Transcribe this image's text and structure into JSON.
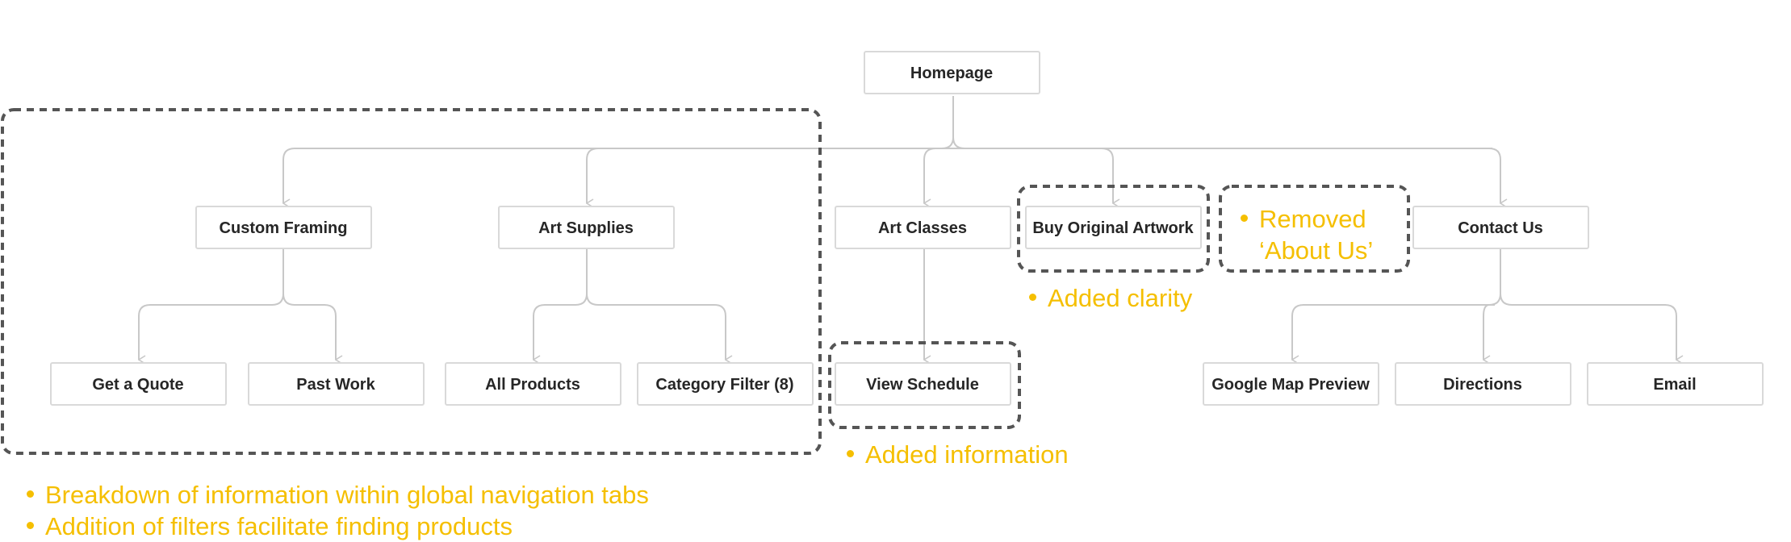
{
  "nodes": {
    "homepage": "Homepage",
    "custom_framing": "Custom Framing",
    "art_supplies": "Art Supplies",
    "art_classes": "Art Classes",
    "buy_original_artwork": "Buy Original Artwork",
    "contact_us": "Contact Us",
    "get_a_quote": "Get a Quote",
    "past_work": "Past Work",
    "all_products": "All Products",
    "category_filter": "Category Filter (8)",
    "view_schedule": "View Schedule",
    "google_map_preview": "Google Map Preview",
    "directions": "Directions",
    "email": "Email"
  },
  "annotations": {
    "removed_line1": "Removed",
    "removed_line2": "‘About Us’",
    "added_clarity": "Added clarity",
    "added_information": "Added information",
    "breakdown": "Breakdown of information within global navigation tabs",
    "filters": "Addition of filters facilitate finding products"
  },
  "colors": {
    "annotation": "#f5bf00",
    "node_border": "#d9d9d9",
    "connector": "#c8c8c8",
    "highlight_dash": "#555555"
  }
}
